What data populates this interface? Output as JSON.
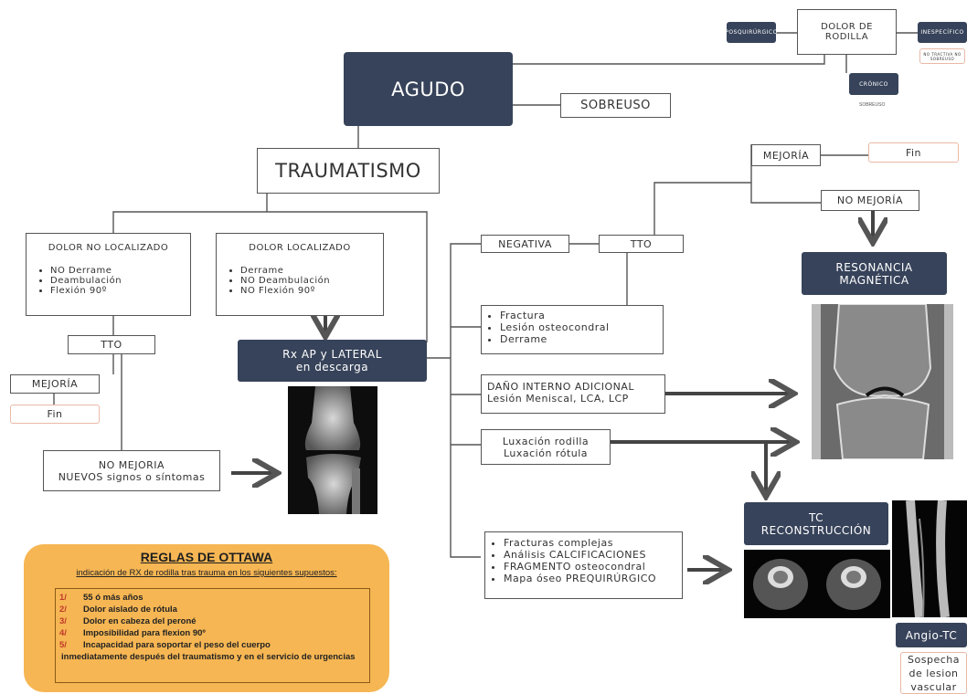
{
  "top": {
    "dolor_rodilla": "DOLOR DE RODILLA",
    "posquirurgico": "POSQUIRÚRGICO",
    "inespecifico": "INESPECÍFICO",
    "inespecifico_note": "NO TRACTIVA NO SOBREUSO",
    "cronico": "CRÓNICO",
    "cronico_note": "SOBREUSO",
    "agudo": "AGUDO",
    "sobreuso": "SOBREUSO",
    "traumatismo": "TRAUMATISMO"
  },
  "left": {
    "no_localizado": {
      "title": "DOLOR NO LOCALIZADO",
      "items": [
        "NO Derrame",
        "Deambulación",
        "Flexión 90º"
      ]
    },
    "localizado": {
      "title": "DOLOR LOCALIZADO",
      "items": [
        "Derrame",
        "NO Deambulación",
        "NO Flexión 90º"
      ]
    },
    "tto": "TTO",
    "mejoria": "MEJORÍA",
    "fin": "Fin",
    "no_mejoria": "NO MEJORIA",
    "nuevos": "NUEVOS signos o síntomas",
    "rx_line1": "Rx AP y LATERAL",
    "rx_line2": "en descarga"
  },
  "right": {
    "negativa": "NEGATIVA",
    "tto": "TTO",
    "mejoria": "MEJORÍA",
    "fin": "Fin",
    "no_mejoria": "NO MEJORÍA",
    "rm_line1": "RESONANCIA",
    "rm_line2": "MAGNÉTICA",
    "findings": [
      "Fractura",
      "Lesión osteocondral",
      "Derrame"
    ],
    "dano_line1": "DAÑO INTERNO ADICIONAL",
    "dano_line2": "Lesión Meniscal, LCA, LCP",
    "luxacion_line1": "Luxación rodilla",
    "luxacion_line2": "Luxación rótula",
    "complex": [
      "Fracturas complejas",
      "Análisis CALCIFICACIONES",
      "FRAGMENTO osteocondral",
      "Mapa óseo PREQUIRÚRGICO"
    ],
    "tc_line1": "TC",
    "tc_line2": "RECONSTRUCCIÓN",
    "angio": "Angio-TC",
    "sospecha_line1": "Sospecha",
    "sospecha_line2": "de lesion",
    "sospecha_line3": "vascular"
  },
  "ottawa": {
    "title": "REGLAS DE OTTAWA",
    "subtitle": "indicación de RX de rodilla tras trauma en los siguientes supuestos:",
    "rules": [
      {
        "num": "1/",
        "text": "55 ó más años"
      },
      {
        "num": "2/",
        "text": "Dolor aislado de rótula"
      },
      {
        "num": "3/",
        "text": "Dolor en cabeza del peroné"
      },
      {
        "num": "4/",
        "text": "Imposibilidad para flexion 90º"
      },
      {
        "num": "5/",
        "text": "Incapacidad para soportar el peso del cuerpo"
      }
    ],
    "rule5_cont": "inmediatamente después del traumatismo y en el servicio de urgencias"
  },
  "colors": {
    "dark_box": "#37435a",
    "ottawa_bg": "#f6b653",
    "ottawa_num": "#c0392b",
    "line": "#555555"
  }
}
